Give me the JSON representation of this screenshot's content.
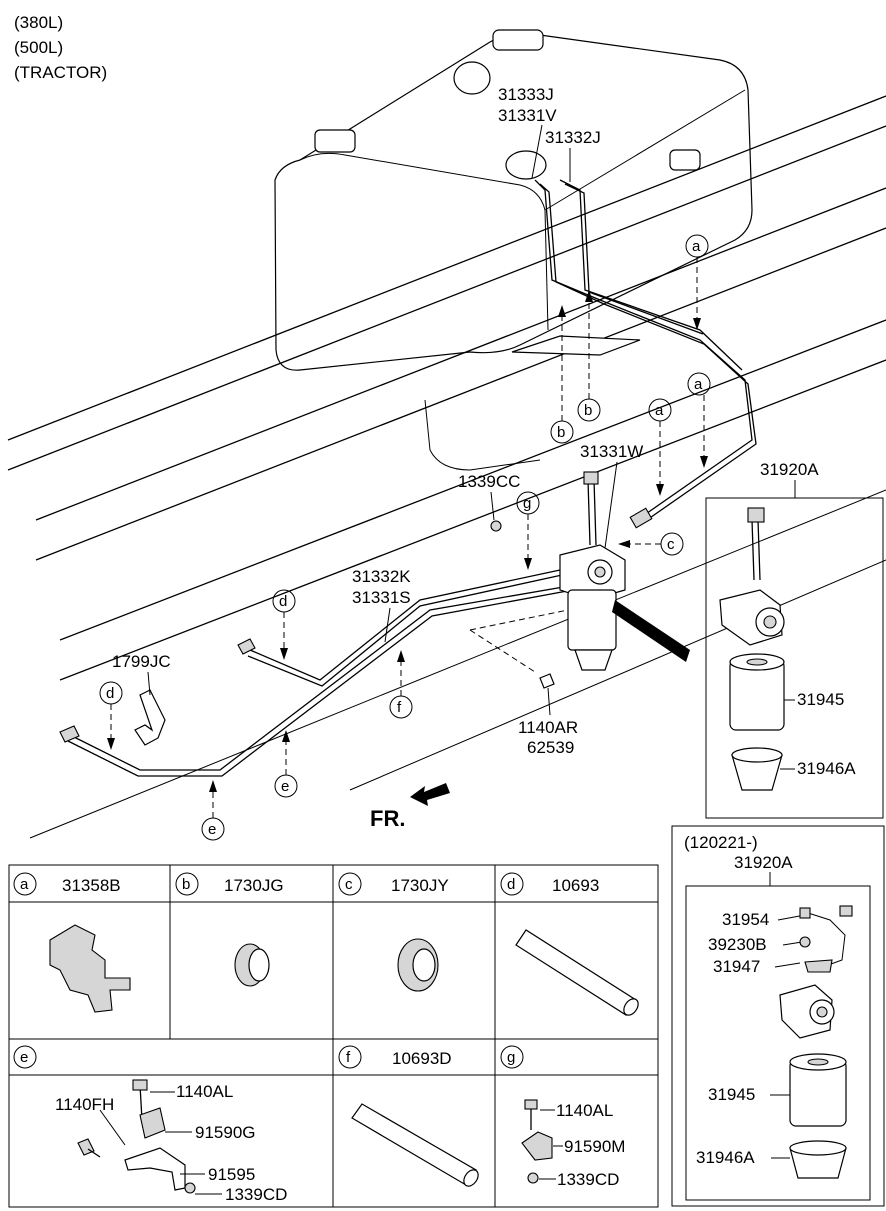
{
  "header_lines": [
    "(380L)",
    "(500L)",
    "(TRACTOR)"
  ],
  "direction_label": "FR.",
  "main_labels": {
    "p31333J": "31333J",
    "p31331V": "31331V",
    "p31332J": "31332J",
    "p31331W": "31331W",
    "p1339CC": "1339CC",
    "p31920A": "31920A",
    "p31332K": "31332K",
    "p31331S": "31331S",
    "p1799JC": "1799JC",
    "p1140AR": "1140AR",
    "p62539": "62539",
    "p31945": "31945",
    "p31946A": "31946A"
  },
  "callouts": {
    "a": "a",
    "b": "b",
    "c": "c",
    "d": "d",
    "e": "e",
    "f": "f",
    "g": "g"
  },
  "lower_right": {
    "date_range": "(120221-)",
    "assembly": "31920A",
    "p31954": "31954",
    "p39230B": "39230B",
    "p31947": "31947",
    "p31945": "31945",
    "p31946A": "31946A"
  },
  "table": {
    "cells": [
      {
        "key": "a",
        "part": "31358B"
      },
      {
        "key": "b",
        "part": "1730JG"
      },
      {
        "key": "c",
        "part": "1730JY"
      },
      {
        "key": "d",
        "part": "10693"
      },
      {
        "key": "e",
        "part": ""
      },
      {
        "key": "f",
        "part": "10693D"
      },
      {
        "key": "g",
        "part": ""
      }
    ],
    "e_parts": {
      "p1140AL": "1140AL",
      "p1140FH": "1140FH",
      "p91590G": "91590G",
      "p91595": "91595",
      "p1339CD": "1339CD"
    },
    "g_parts": {
      "p1140AL": "1140AL",
      "p91590M": "91590M",
      "p1339CD": "1339CD"
    }
  }
}
